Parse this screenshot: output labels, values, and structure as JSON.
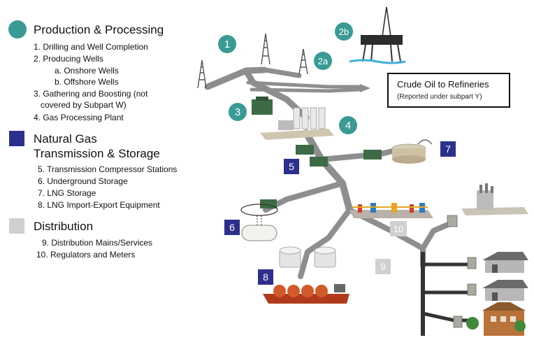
{
  "colors": {
    "production": "#3a9a94",
    "transmission": "#2c2f8c",
    "distribution": "#d0d0d0",
    "pipe": "#8e8e8e"
  },
  "legend": {
    "production": {
      "heading": "Production & Processing",
      "items": [
        "1. Drilling and Well Completion",
        "2. Producing Wells",
        "a. Onshore Wells",
        "b. Offshore Wells",
        "3. Gathering and Boosting (not",
        "covered by Subpart W)",
        "4. Gas Processing Plant"
      ]
    },
    "transmission": {
      "heading_line1": "Natural Gas",
      "heading_line2": "Transmission & Storage",
      "items": [
        "5. Transmission Compressor Stations",
        "6. Underground Storage",
        "7. LNG Storage",
        "8. LNG Import-Export Equipment"
      ]
    },
    "distribution": {
      "heading": "Distribution",
      "items": [
        "9. Distribution Mains/Services",
        "10. Regulators and Meters"
      ]
    }
  },
  "crude_box": {
    "title": "Crude Oil to Refineries",
    "subtitle": "(Reported under subpart Y)"
  },
  "markers": {
    "m1": "1",
    "m2a": "2a",
    "m2b": "2b",
    "m3": "3",
    "m4": "4",
    "m5": "5",
    "m6": "6",
    "m7": "7",
    "m8": "8",
    "m9": "9",
    "m10": "10"
  },
  "icons": [
    "drilling-rig-icon",
    "offshore-platform-icon",
    "compressor-icon",
    "processing-plant-icon",
    "storage-tank-icon",
    "underground-storage-icon",
    "lng-tank-icon",
    "lng-ship-icon",
    "industrial-facility-icon",
    "meter-icon",
    "house-icon",
    "commercial-building-icon"
  ]
}
